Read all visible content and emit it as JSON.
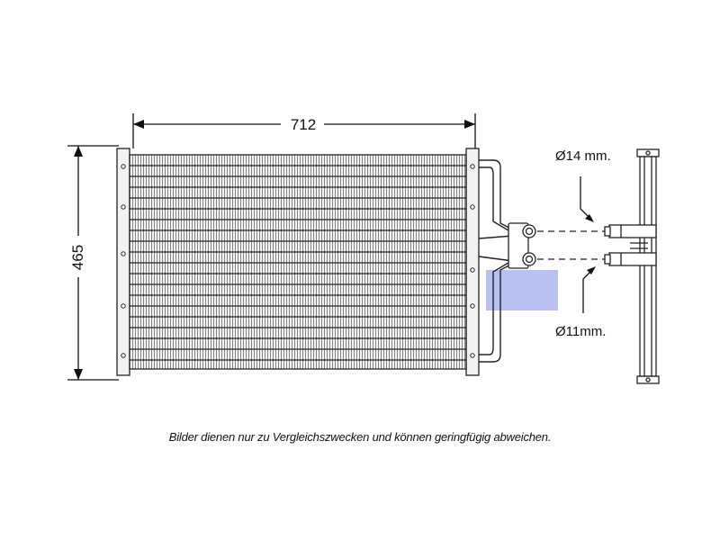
{
  "drawing": {
    "width_label": "712",
    "height_label": "465",
    "upper_pipe_label": "Ø14 mm.",
    "lower_pipe_label": "Ø11mm.",
    "disclaimer": "Bilder dienen nur zu Vergleichszwecken und können geringfügig abweichen."
  },
  "watermark": {
    "colors": [
      "#e63a3a",
      "#3a4fd9"
    ]
  }
}
